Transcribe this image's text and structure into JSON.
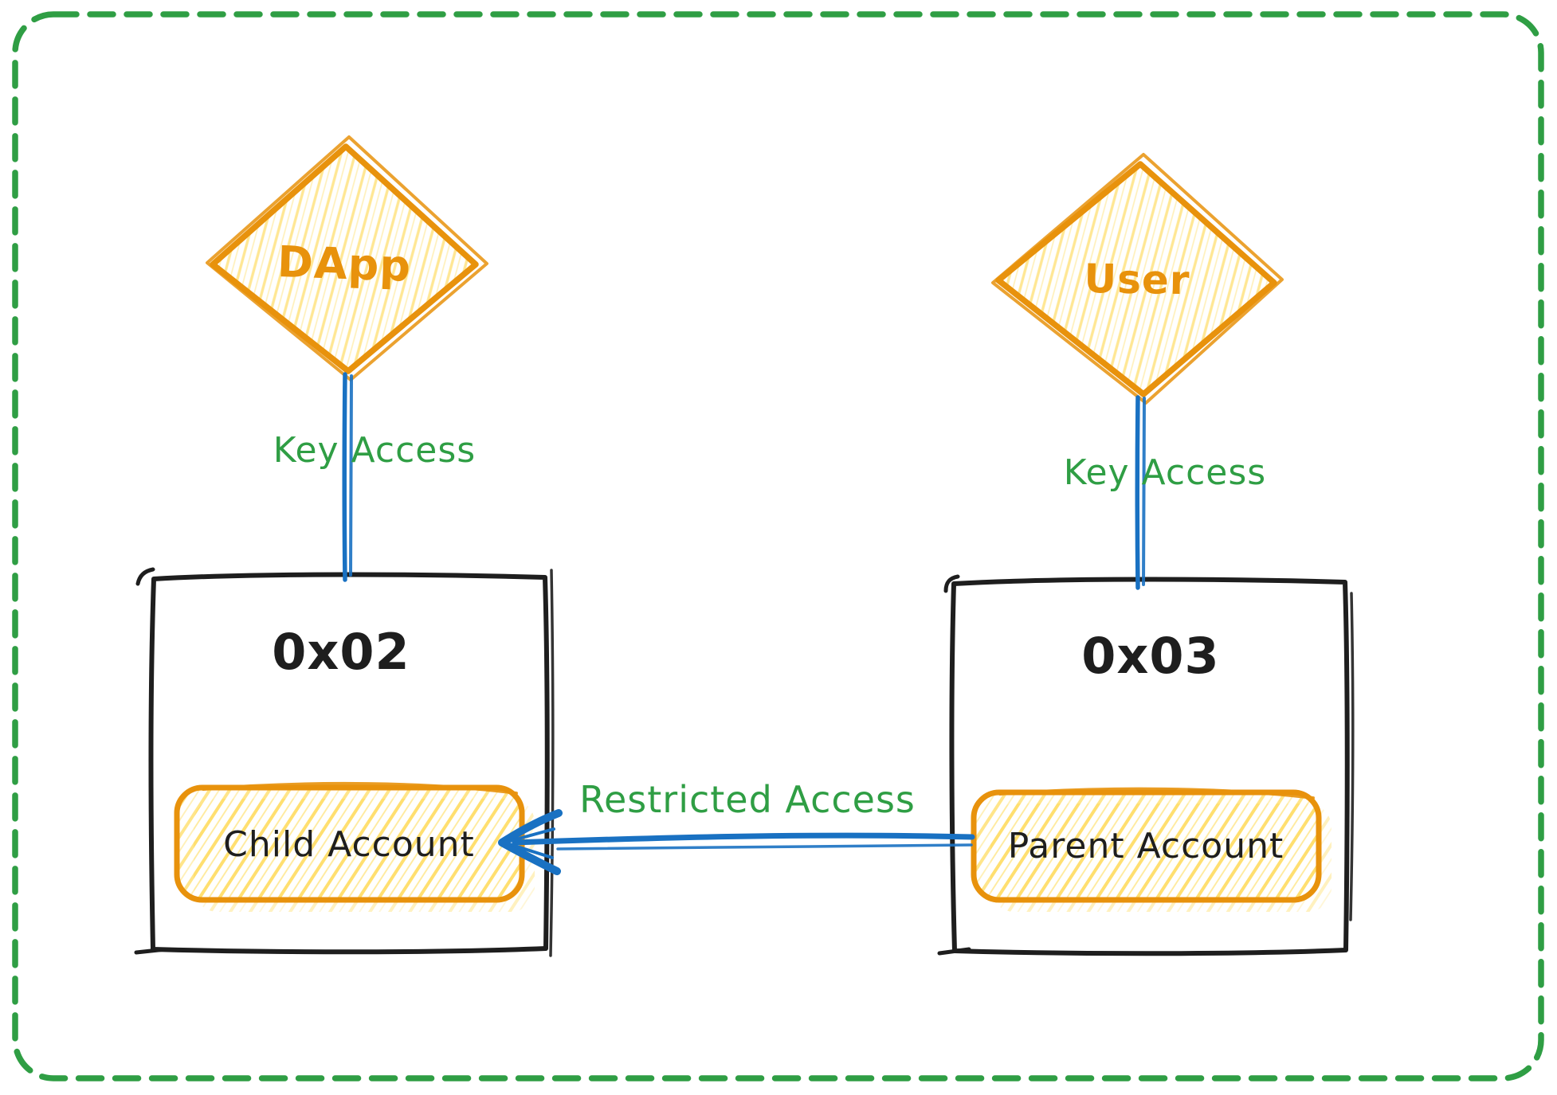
{
  "diagram": {
    "background": "#ffffff",
    "border_color": "#2f9e44",
    "nodes": {
      "dapp_diamond": {
        "label": "DApp",
        "stroke": "#e8920c",
        "label_color": "#e8920c",
        "fill_hatch": "#ffd43b"
      },
      "user_diamond": {
        "label": "User",
        "stroke": "#e8920c",
        "label_color": "#e8920c",
        "fill_hatch": "#ffd43b"
      },
      "account_0x02_box": {
        "label": "0x02",
        "stroke": "#1e1e1e",
        "label_color": "#1e1e1e"
      },
      "account_0x03_box": {
        "label": "0x03",
        "stroke": "#1e1e1e",
        "label_color": "#1e1e1e"
      },
      "child_account_pill": {
        "label": "Child Account",
        "stroke": "#e8920c",
        "label_color": "#1e1e1e",
        "fill_hatch": "#ffd43b"
      },
      "parent_account_pill": {
        "label": "Parent Account",
        "stroke": "#e8920c",
        "label_color": "#1e1e1e",
        "fill_hatch": "#ffd43b"
      }
    },
    "edges": {
      "dapp_to_0x02": {
        "label": "Key Access",
        "color": "#1971c2",
        "label_color": "#2f9e44"
      },
      "user_to_0x03": {
        "label": "Key Access",
        "color": "#1971c2",
        "label_color": "#2f9e44"
      },
      "parent_to_child": {
        "label": "Restricted Access",
        "color": "#1971c2",
        "label_color": "#2f9e44"
      }
    }
  }
}
